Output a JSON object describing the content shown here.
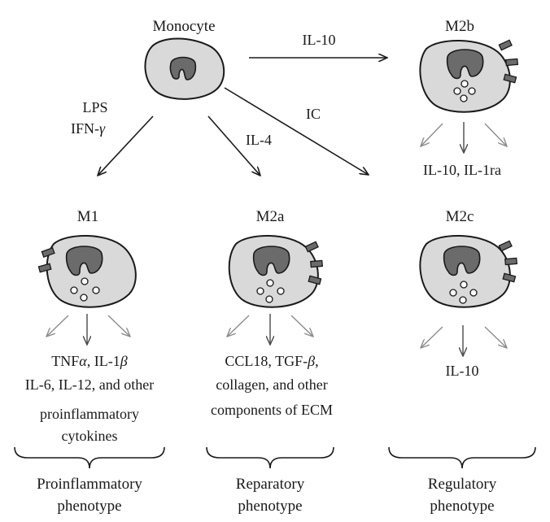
{
  "cells": {
    "monocyte": {
      "label": "Monocyte"
    },
    "m1": {
      "label": "M1"
    },
    "m2a": {
      "label": "M2a"
    },
    "m2b": {
      "label": "M2b"
    },
    "m2c": {
      "label": "M2c"
    }
  },
  "stimuli": {
    "lps": "LPS",
    "ifn": "IFN-",
    "ifn_greek": "γ",
    "il4": "IL-4",
    "il10": "IL-10",
    "ic": "IC"
  },
  "secretions": {
    "m1": {
      "line1_a": "TNF",
      "line1_alpha": "α",
      "line1_b": ", IL-1",
      "line1_beta": "β",
      "line2": "IL-6, IL-12, and other",
      "line3": "proinflammatory",
      "line4": "cytokines"
    },
    "m2a": {
      "line1_a": "CCL18, TGF-",
      "line1_beta": "β",
      "line1_b": ",",
      "line2": "collagen, and other",
      "line3": "components of ECM"
    },
    "m2b": {
      "line1": "IL-10, IL-1ra"
    },
    "m2c": {
      "line1": "IL-10"
    }
  },
  "phenotypes": {
    "proinflammatory": {
      "line1": "Proinflammatory",
      "line2": "phenotype"
    },
    "reparatory": {
      "line1": "Reparatory",
      "line2": "phenotype"
    },
    "regulatory": {
      "line1": "Regulatory",
      "line2": "phenotype"
    }
  }
}
